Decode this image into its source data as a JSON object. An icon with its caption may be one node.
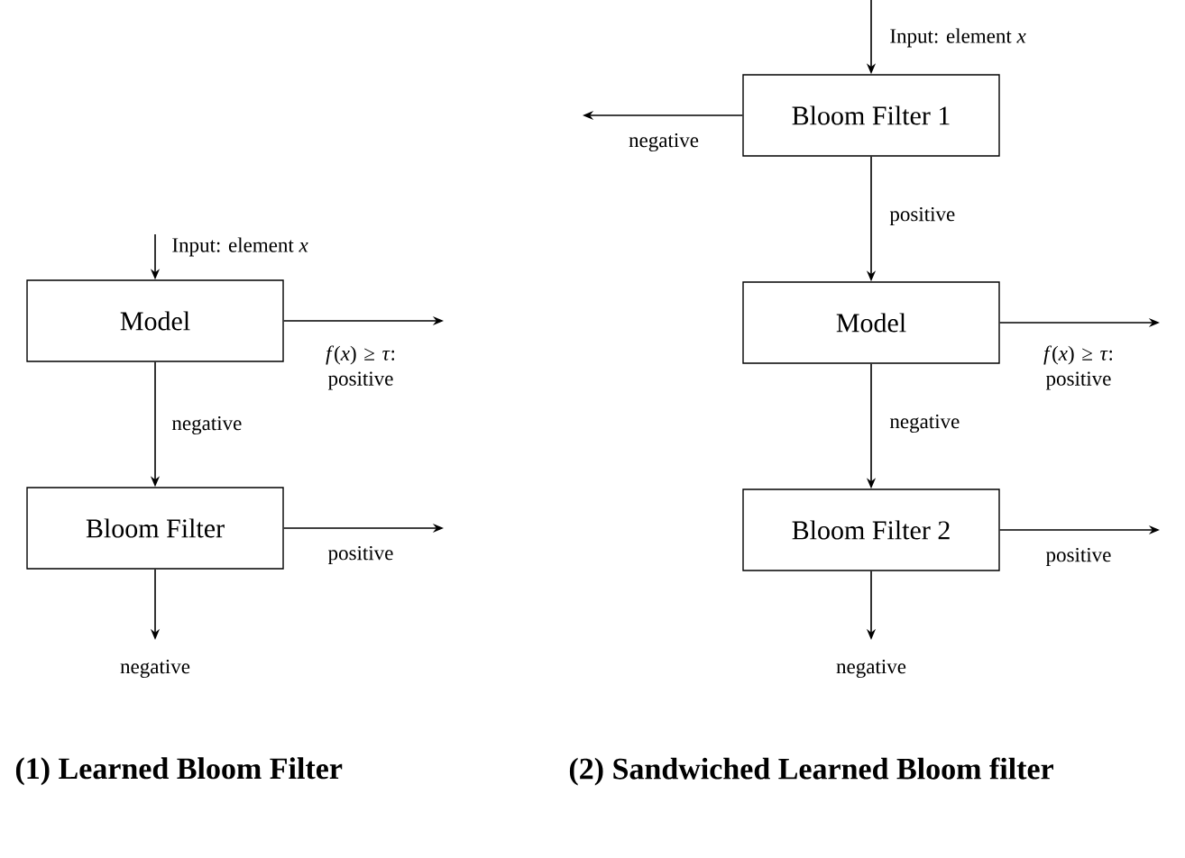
{
  "diagram": {
    "nodes": [
      {
        "text": [
          "Model"
        ]
      },
      {
        "text": [
          "Bloom Filter"
        ]
      },
      {
        "text": [
          "Bloom Filter 1"
        ]
      },
      {
        "text": [
          "Model"
        ]
      },
      {
        "text": [
          "Bloom Filter 2"
        ]
      }
    ],
    "edges": [
      {
        "from": null,
        "to": 0,
        "arrow": "to",
        "label": "Input: element *x*"
      },
      {
        "from": 0,
        "to": null,
        "arrow": "to",
        "label": "*f*(*x*) ≥ *τ*: positive"
      },
      {
        "from": 0,
        "to": 1,
        "arrow": "to",
        "label": "negative"
      },
      {
        "from": 1,
        "to": null,
        "arrow": "to",
        "label": "positive"
      },
      {
        "from": 1,
        "to": null,
        "arrow": "to",
        "label": "negative"
      },
      {
        "from": null,
        "to": 2,
        "arrow": "to",
        "label": "Input: element *x*"
      },
      {
        "from": 2,
        "to": null,
        "arrow": "to",
        "label": "negative"
      },
      {
        "from": 2,
        "to": 3,
        "arrow": "to",
        "label": "positive"
      },
      {
        "from": 3,
        "to": null,
        "arrow": "to",
        "label": "*f*(*x*) ≥ *τ*: positive"
      },
      {
        "from": 3,
        "to": 4,
        "arrow": "to",
        "label": "negative"
      },
      {
        "from": 4,
        "to": null,
        "arrow": "to",
        "label": "positive"
      },
      {
        "from": 4,
        "to": null,
        "arrow": "to",
        "label": "negative"
      }
    ],
    "labels": [
      "(1) Learned Bloom Filter",
      "(2) Sandwiched Learned Bloom filter"
    ]
  }
}
